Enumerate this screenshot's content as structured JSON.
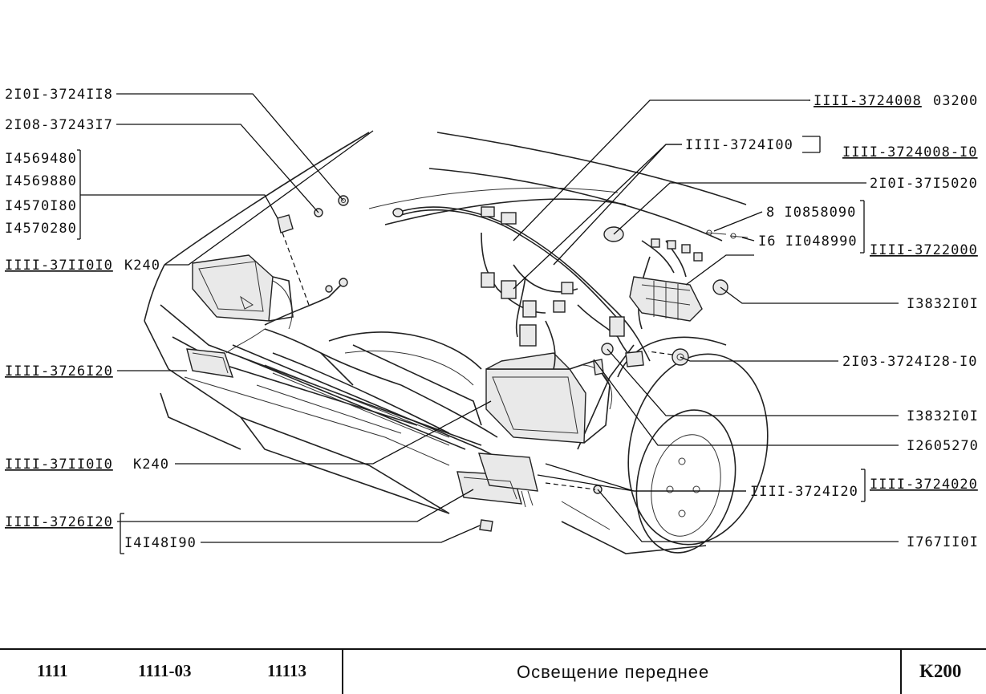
{
  "labels": {
    "l01": "2I0I-3724II8",
    "l02": "2I08-37243I7",
    "l03": "I4569480",
    "l04": "I4569880",
    "l05": "I4570I80",
    "l06": "I4570280",
    "l07": "IIII-37II0I0",
    "l07b": "K240",
    "l08": "IIII-3726I20",
    "l09": "IIII-37II0I0",
    "l09b": "K240",
    "l10": "IIII-3726I20",
    "l11": "I4I48I90",
    "r01": "IIII-3724008",
    "r01b": "03200",
    "r02": "IIII-3724I00",
    "r03": "IIII-3724008-I0",
    "r04": "2I0I-37I5020",
    "r05": "8  I0858090",
    "r06": "I6  II048990",
    "r07": "IIII-3722000",
    "r08": "I3832I0I",
    "r09": "2I03-3724I28-I0",
    "r10": "I3832I0I",
    "r11": "I2605270",
    "r12": "IIII-3724I20",
    "r13": "IIII-3724020",
    "r14": "I767II0I"
  },
  "footer": {
    "model1": "1111",
    "model2": "1111-03",
    "model3": "11113",
    "title": "Освещение переднее",
    "code": "K200"
  }
}
